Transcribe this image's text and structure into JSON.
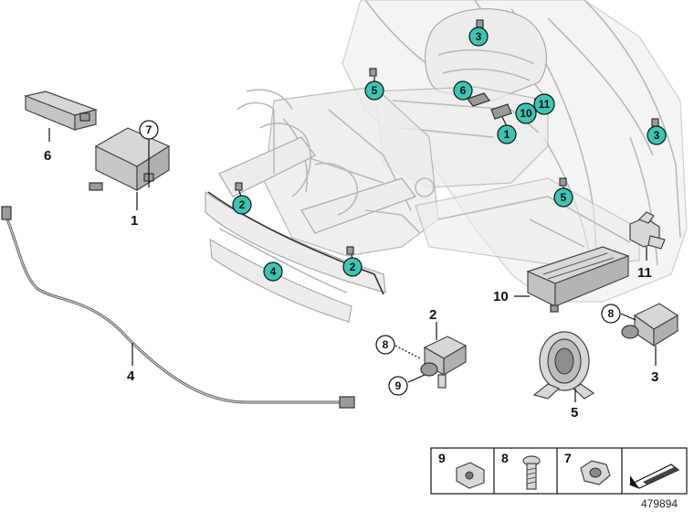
{
  "diagram": {
    "part_labels": [
      {
        "id": "p6",
        "text": "6"
      },
      {
        "id": "p7",
        "text": "7"
      },
      {
        "id": "p1",
        "text": "1"
      },
      {
        "id": "p4",
        "text": "4"
      },
      {
        "id": "p2",
        "text": "2"
      },
      {
        "id": "p8a",
        "text": "8"
      },
      {
        "id": "p9",
        "text": "9"
      },
      {
        "id": "p5",
        "text": "5"
      },
      {
        "id": "p10",
        "text": "10"
      },
      {
        "id": "p11",
        "text": "11"
      },
      {
        "id": "p8b",
        "text": "8"
      },
      {
        "id": "p3",
        "text": "3"
      }
    ],
    "callouts": [
      {
        "id": "c3a",
        "text": "3"
      },
      {
        "id": "c5a",
        "text": "5"
      },
      {
        "id": "c6",
        "text": "6"
      },
      {
        "id": "c11",
        "text": "11"
      },
      {
        "id": "c10",
        "text": "10"
      },
      {
        "id": "c1",
        "text": "1"
      },
      {
        "id": "c3b",
        "text": "3"
      },
      {
        "id": "c2a",
        "text": "2"
      },
      {
        "id": "c5b",
        "text": "5"
      },
      {
        "id": "c4",
        "text": "4"
      },
      {
        "id": "c2b",
        "text": "2"
      }
    ],
    "legend": [
      {
        "id": "l9",
        "text": "9"
      },
      {
        "id": "l8",
        "text": "8"
      },
      {
        "id": "l7",
        "text": "7"
      }
    ],
    "reference_number": "479894",
    "callout_color": "#3cc4b4"
  }
}
